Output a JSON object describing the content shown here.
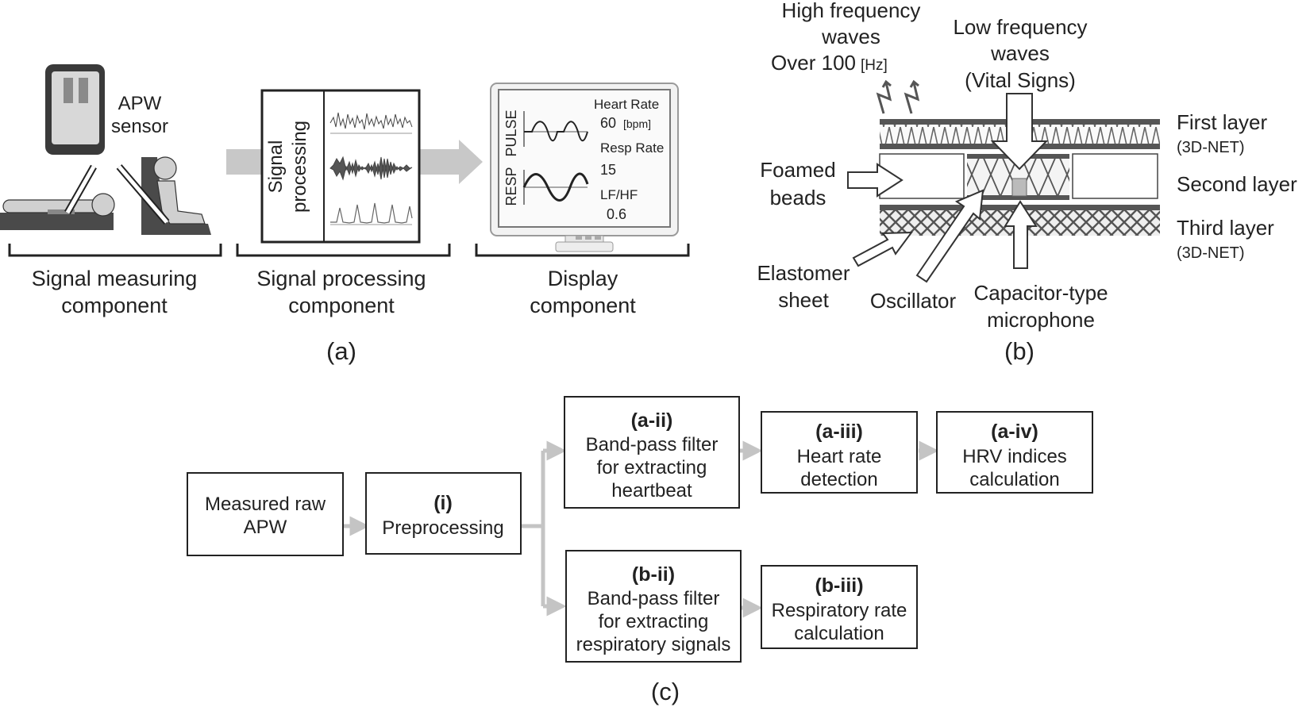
{
  "panel_a": {
    "sensor_label": [
      "APW",
      "sensor"
    ],
    "processing_label": [
      "Signal",
      "processing"
    ],
    "monitor": {
      "pulse_label": "PULSE",
      "resp_label": "RESP",
      "heart_rate_label": "Heart Rate",
      "heart_rate_value": "60",
      "heart_rate_unit": "[bpm]",
      "resp_rate_label": "Resp Rate",
      "resp_rate_value": "15",
      "lfhf_label": "LF/HF",
      "lfhf_value": "0.6"
    },
    "components": [
      [
        "Signal measuring",
        "component"
      ],
      [
        "Signal processing",
        "component"
      ],
      [
        "Display",
        "component"
      ]
    ],
    "caption": "(a)"
  },
  "panel_b": {
    "high_freq": [
      "High frequency",
      "waves",
      "Over 100"
    ],
    "high_freq_unit": "[Hz]",
    "low_freq": [
      "Low frequency",
      "waves",
      "(Vital Signs)"
    ],
    "foamed_beads": [
      "Foamed",
      "beads"
    ],
    "elastomer": [
      "Elastomer",
      "sheet"
    ],
    "oscillator": "Oscillator",
    "microphone": [
      "Capacitor-type",
      "microphone"
    ],
    "layers": {
      "first": "First layer",
      "first_sub": "(3D-NET)",
      "second": "Second layer",
      "third": "Third layer",
      "third_sub": "(3D-NET)"
    },
    "caption": "(b)"
  },
  "panel_c": {
    "raw": [
      "Measured raw",
      "APW"
    ],
    "i": {
      "id": "(i)",
      "text": [
        "Preprocessing"
      ]
    },
    "a_ii": {
      "id": "(a-ii)",
      "text": [
        "Band-pass filter",
        "for extracting",
        "heartbeat"
      ]
    },
    "a_iii": {
      "id": "(a-iii)",
      "text": [
        "Heart rate",
        "detection"
      ]
    },
    "a_iv": {
      "id": "(a-iv)",
      "text": [
        "HRV indices",
        "calculation"
      ]
    },
    "b_ii": {
      "id": "(b-ii)",
      "text": [
        "Band-pass filter",
        "for extracting",
        "respiratory signals"
      ]
    },
    "b_iii": {
      "id": "(b-iii)",
      "text": [
        "Respiratory rate",
        "calculation"
      ]
    },
    "caption": "(c)"
  },
  "colors": {
    "ink": "#222222",
    "arrow_gray": "#c4c4c4",
    "dark_gray": "#555555",
    "light_gray": "#e0e0e0"
  }
}
